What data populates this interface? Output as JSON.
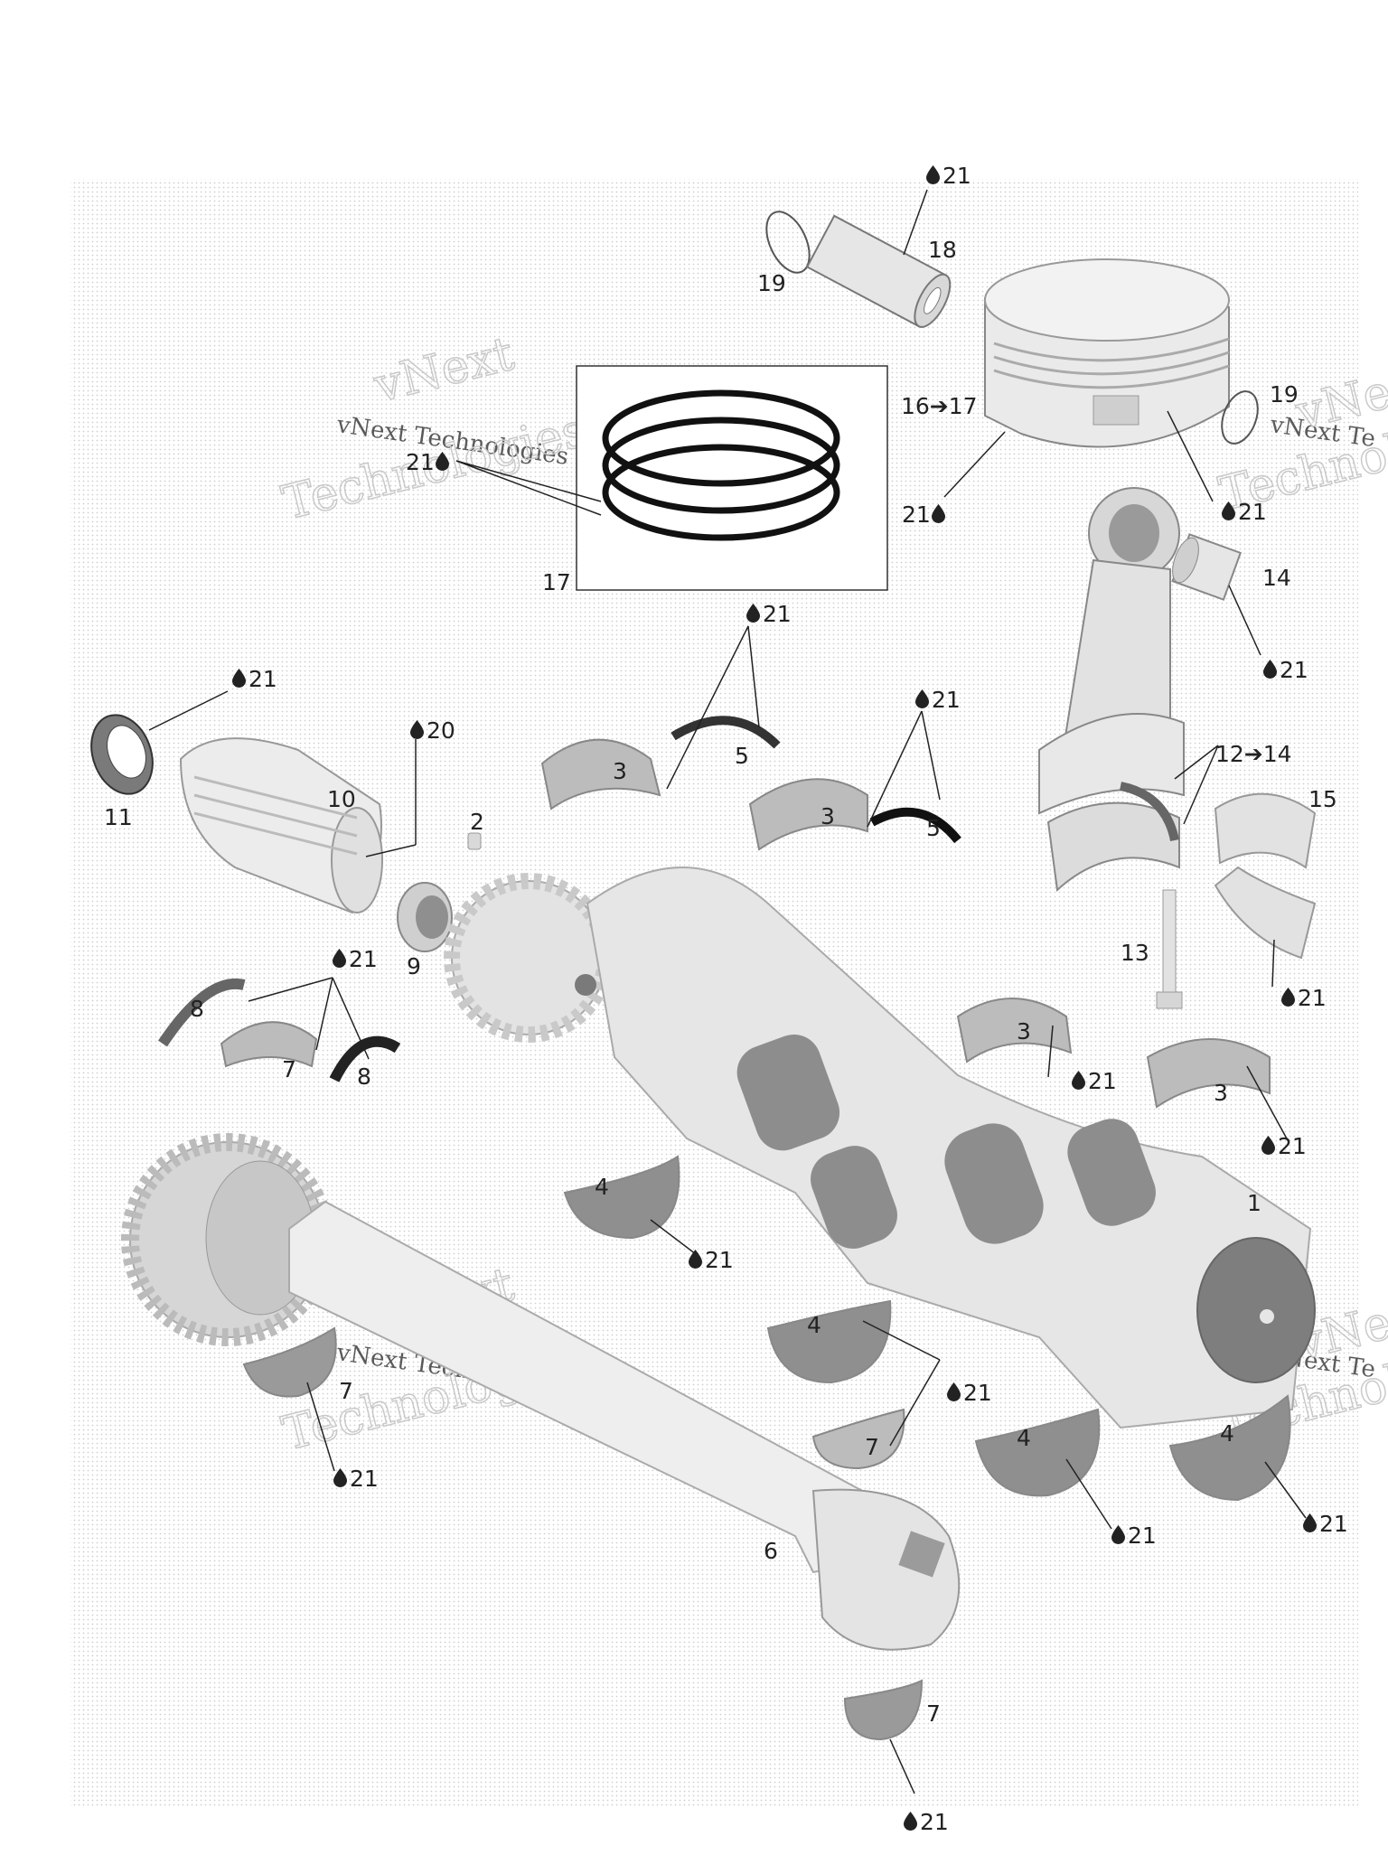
{
  "watermark": {
    "line_a": "vNext Technologies",
    "word_big_1": "vNext",
    "word_big_2": "Technologies",
    "partial_right_1": "vNe",
    "partial_right_2": "Technol",
    "partial_small": "vNext Te",
    "color": "#b8b8b8"
  },
  "callouts": {
    "c1": "1",
    "c2": "2",
    "c3a": "3",
    "c3b": "3",
    "c3c": "3",
    "c3d": "3",
    "c4a": "4",
    "c4b": "4",
    "c4c": "4",
    "c4d": "4",
    "c5a": "5",
    "c5b": "5",
    "c6": "6",
    "c7a": "7",
    "c7b": "7",
    "c7c": "7",
    "c7d": "7",
    "c8a": "8",
    "c8b": "8",
    "c9": "9",
    "c10": "10",
    "c11": "11",
    "c12": "12➔14",
    "c13": "13",
    "c14": "14",
    "c15": "15",
    "c16": "16➔17",
    "c17": "17",
    "c18": "18",
    "c19a": "19",
    "c19b": "19"
  },
  "lube_labels": {
    "l18": "21",
    "l_rings": "21",
    "l_piston": "21",
    "l_pin19": "21",
    "l14": "21",
    "l5a": "21",
    "l5b": "21",
    "l11": "21",
    "l10": "20",
    "l8": "21",
    "l3a": "21",
    "l3b": "21",
    "l15": "21",
    "l4a": "21",
    "l4b": "21",
    "l4c": "21",
    "l4d": "21",
    "l7a": "21",
    "l7b": "21"
  },
  "colors": {
    "dot_pattern": "#cfcfcf",
    "part_light": "#e4e4e4",
    "part_mid": "#bdbdbd",
    "part_dark": "#8a8a8a",
    "line": "#222222"
  }
}
